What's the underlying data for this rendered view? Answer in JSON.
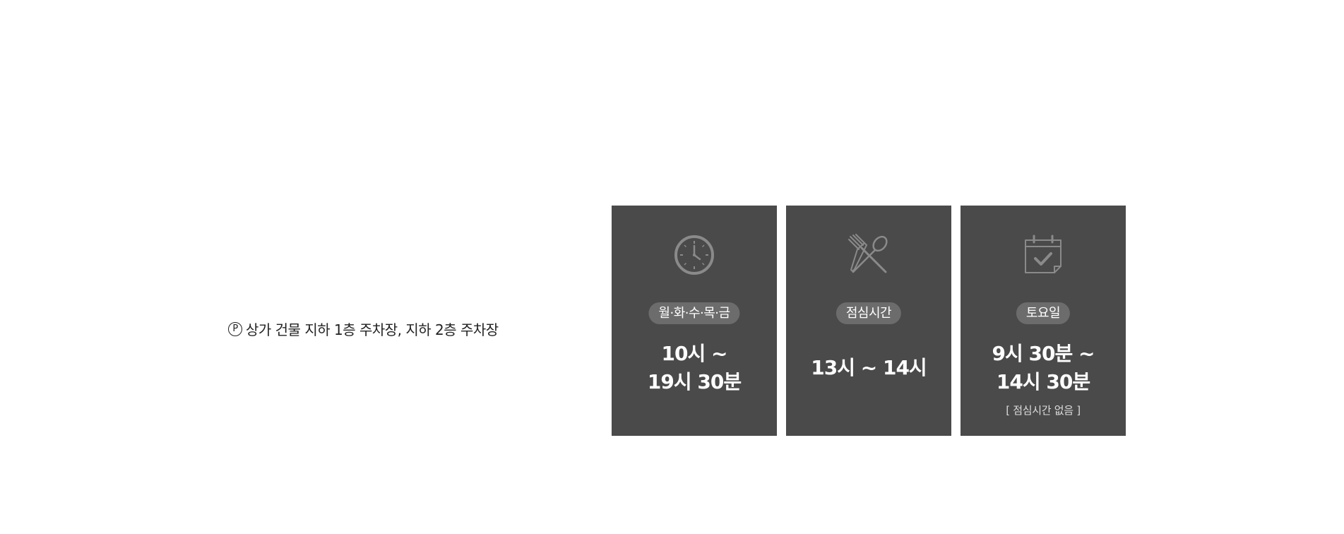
{
  "parking": {
    "icon": "parking-circle-icon",
    "icon_glyph": "P",
    "text": "상가 건물 지하 1층 주차장, 지하 2층 주차장"
  },
  "cards": [
    {
      "icon": "clock-icon",
      "label": "월·화·수·목·금",
      "time_line1": "10시 ~",
      "time_line2": "19시 30분"
    },
    {
      "icon": "fork-spoon-icon",
      "label": "점심시간",
      "time_line1": "13시 ~ 14시"
    },
    {
      "icon": "calendar-check-icon",
      "label": "토요일",
      "time_line1": "9시 30분 ~",
      "time_line2": "14시 30분",
      "note": "[ 점심시간 없음 ]"
    }
  ],
  "colors": {
    "card_bg": "#4a4a4a",
    "pill_bg": "#6c6c6c",
    "icon_stroke": "#8a8a8a",
    "text_dark": "#222222"
  }
}
